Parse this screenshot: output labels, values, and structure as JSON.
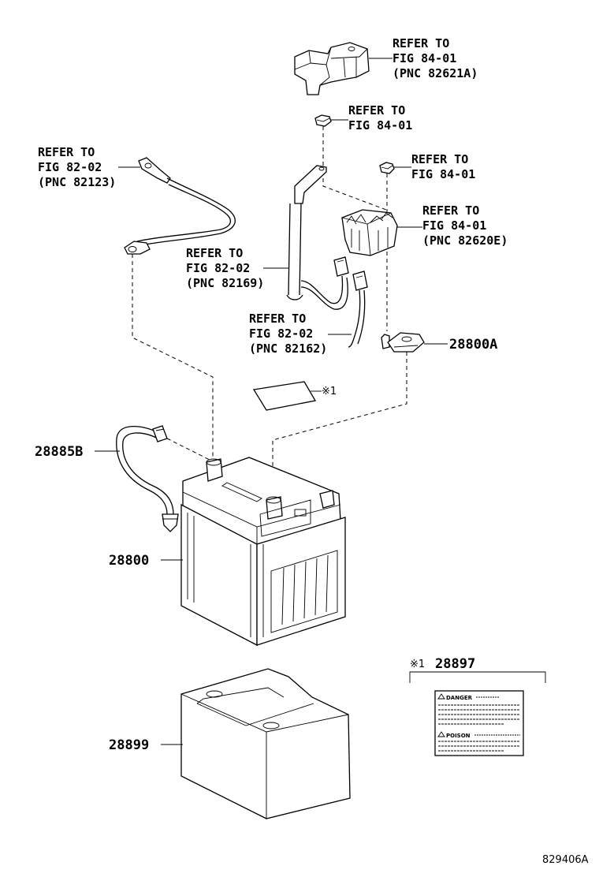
{
  "callouts": {
    "bracket_top": [
      "REFER TO",
      "FIG 84-01",
      "(PNC 82621A)"
    ],
    "nut_1": [
      "REFER TO",
      "FIG 84-01"
    ],
    "cable_left": [
      "REFER TO",
      "FIG 82-02",
      "(PNC 82123)"
    ],
    "nut_2": [
      "REFER TO",
      "FIG 84-01"
    ],
    "fuse_block": [
      "REFER TO",
      "FIG 84-01",
      "(PNC 82620E)"
    ],
    "cable_mid": [
      "REFER TO",
      "FIG 82-02",
      "(PNC 82169)"
    ],
    "cable_small": [
      "REFER TO",
      "FIG 82-02",
      "(PNC 82162)"
    ]
  },
  "part_numbers": {
    "terminal": "28800A",
    "vent_hose": "28885B",
    "battery": "28800",
    "insulator": "28899",
    "label": "28897"
  },
  "note_marks": {
    "label_on_battery": "※1",
    "label_legend": "※1"
  },
  "caution_label": {
    "danger": "DANGER",
    "poison": "POISON"
  },
  "figure_code": "829406A"
}
